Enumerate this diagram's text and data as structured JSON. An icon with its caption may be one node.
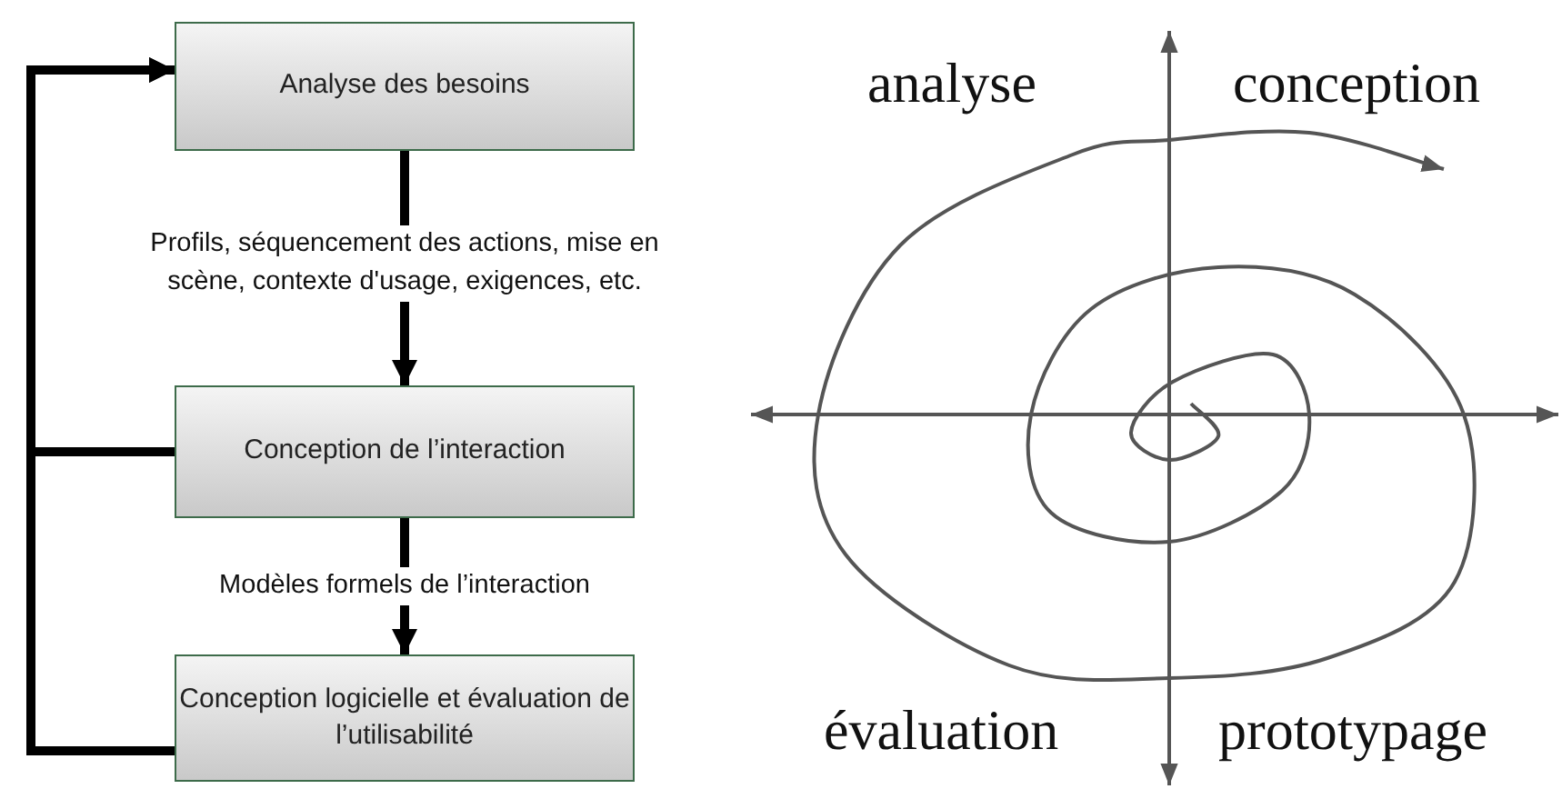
{
  "diagram": {
    "nodes": [
      {
        "text": [
          "Analyse des besoins"
        ]
      },
      {
        "text": [
          "Conception de l’interaction"
        ]
      },
      {
        "text": [
          "Conception logicielle et évaluation de l’utilisabilité"
        ]
      }
    ],
    "edges": [
      {
        "from": 0,
        "to": 1,
        "arrow": "to",
        "label": "Profils, séquencement des actions, mise en scène, contexte d'usage, exigences, etc."
      },
      {
        "from": 1,
        "to": 2,
        "arrow": "to",
        "label": "Modèles formels de l’interaction"
      },
      {
        "from": 2,
        "to": 0,
        "arrow": "to"
      },
      {
        "from": 1,
        "to": 0,
        "arrow": "to"
      }
    ],
    "labels": [
      "analyse",
      "conception",
      "évaluation",
      "prototypage"
    ]
  }
}
